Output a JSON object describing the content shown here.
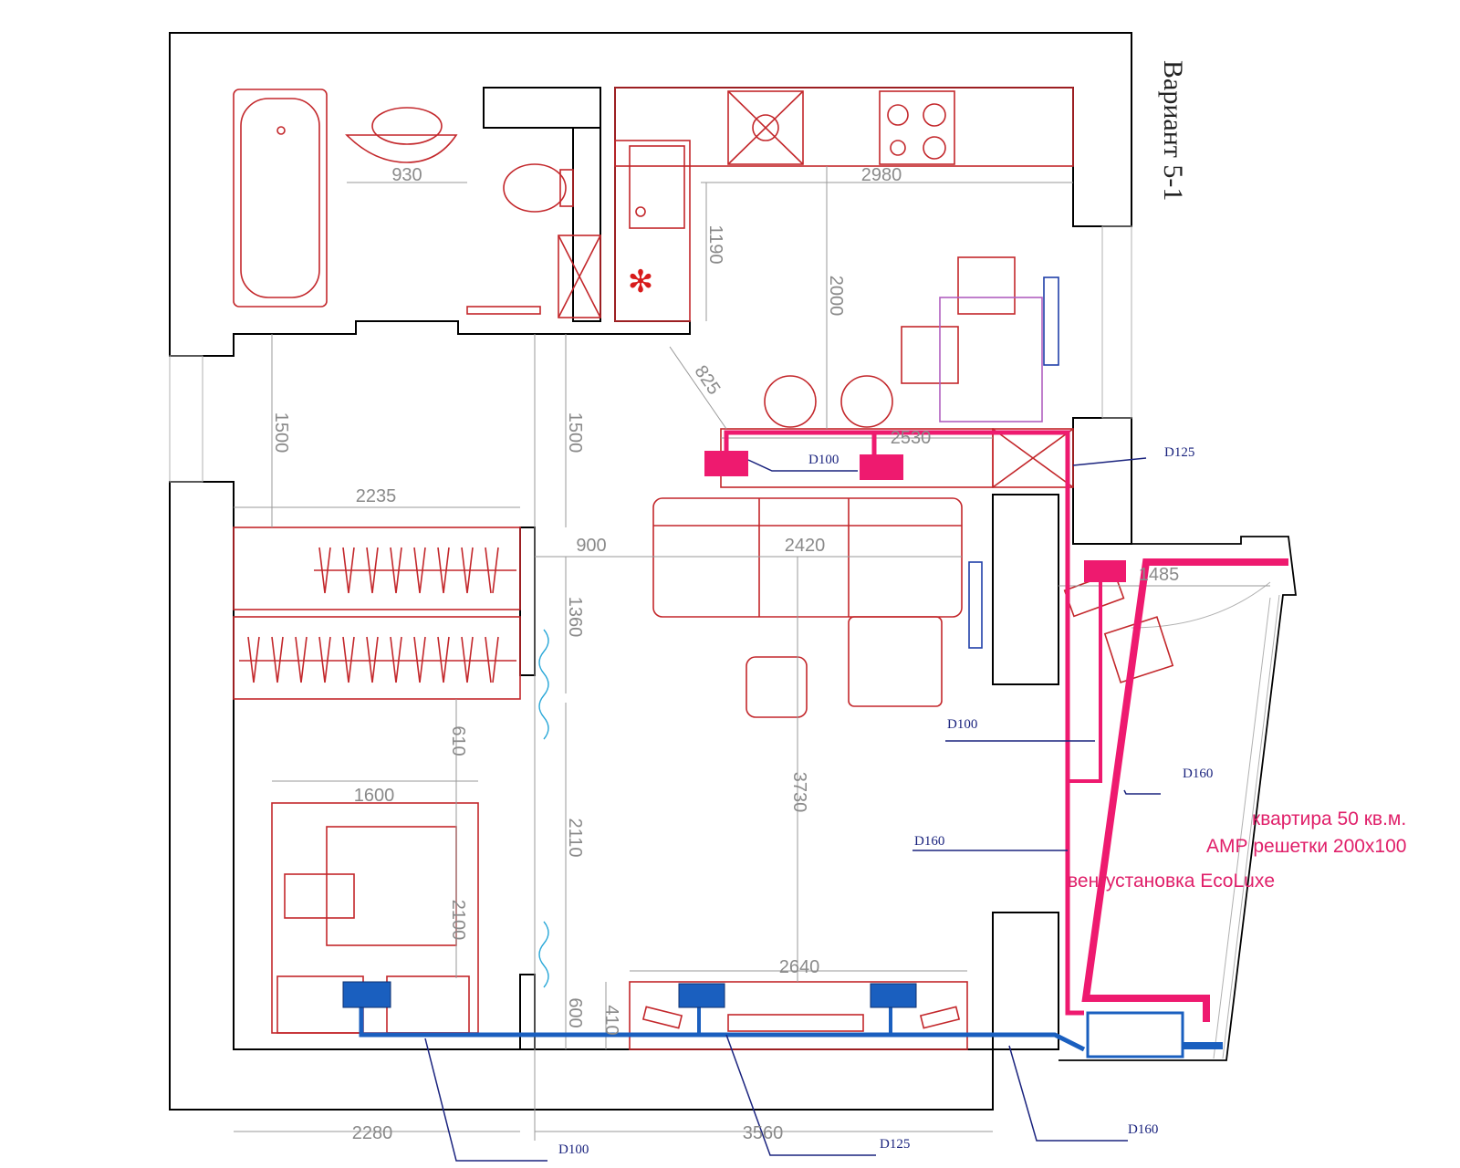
{
  "title": "Вариант 5-1",
  "notes": {
    "area": "квартира 50 кв.м.",
    "grilles": "АМР решетки 200х100",
    "unit": "венгустановка EcoLuxe"
  },
  "dimensions": [
    "930",
    "2980",
    "1190",
    "2000",
    "825",
    "2530",
    "1500",
    "1500",
    "2235",
    "900",
    "2420",
    "1485",
    "1360",
    "610",
    "1600",
    "3730",
    "2110",
    "2100",
    "2640",
    "600",
    "410",
    "2280",
    "3560"
  ],
  "ducts": {
    "d125_top": "D125",
    "d100_kitchen": "D100",
    "d100_right": "D100",
    "d160_right": "D160",
    "d160_center": "D160",
    "d100_bottom": "D100",
    "d125_bottom": "D125",
    "d160_bottom": "D160"
  },
  "colors": {
    "supply": "#1a5fbf",
    "exhaust": "#ee1a6f",
    "furniture": "#c3272b",
    "walls": "#000000"
  }
}
